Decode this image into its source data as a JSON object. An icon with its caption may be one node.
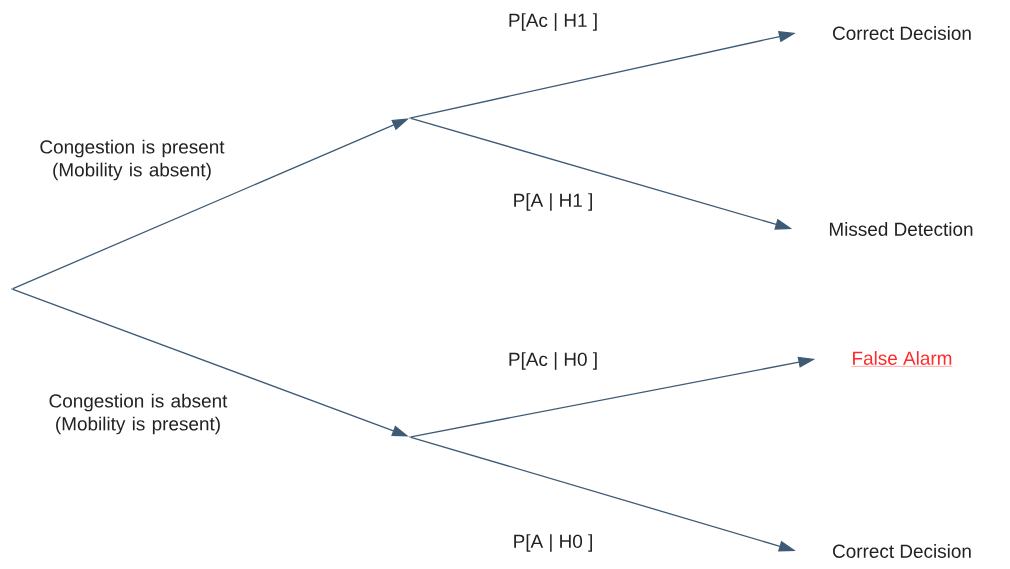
{
  "diagram": {
    "nodes": [
      {
        "text": [],
        "shape": "point"
      },
      {
        "text": [],
        "shape": "point"
      },
      {
        "text": [],
        "shape": "point"
      },
      {
        "text": [
          "Correct Decision"
        ]
      },
      {
        "text": [
          "Missed Detection"
        ]
      },
      {
        "text": [
          "False Alarm"
        ]
      },
      {
        "text": [
          "Correct Decision"
        ]
      }
    ],
    "edges": [
      {
        "from": 0,
        "to": 1,
        "arrow": "to",
        "label": "Congestion is present (Mobility is absent)"
      },
      {
        "from": 0,
        "to": 2,
        "arrow": "to",
        "label": "Congestion is absent (Mobility is present)"
      },
      {
        "from": 1,
        "to": 3,
        "arrow": "to",
        "label": "P[Ac | H1 ]"
      },
      {
        "from": 1,
        "to": 4,
        "arrow": "to",
        "label": "P[A | H1 ]"
      },
      {
        "from": 2,
        "to": 5,
        "arrow": "to",
        "label": "P[Ac | H0 ]"
      },
      {
        "from": 2,
        "to": 6,
        "arrow": "to",
        "label": "P[A | H0 ]"
      }
    ]
  }
}
